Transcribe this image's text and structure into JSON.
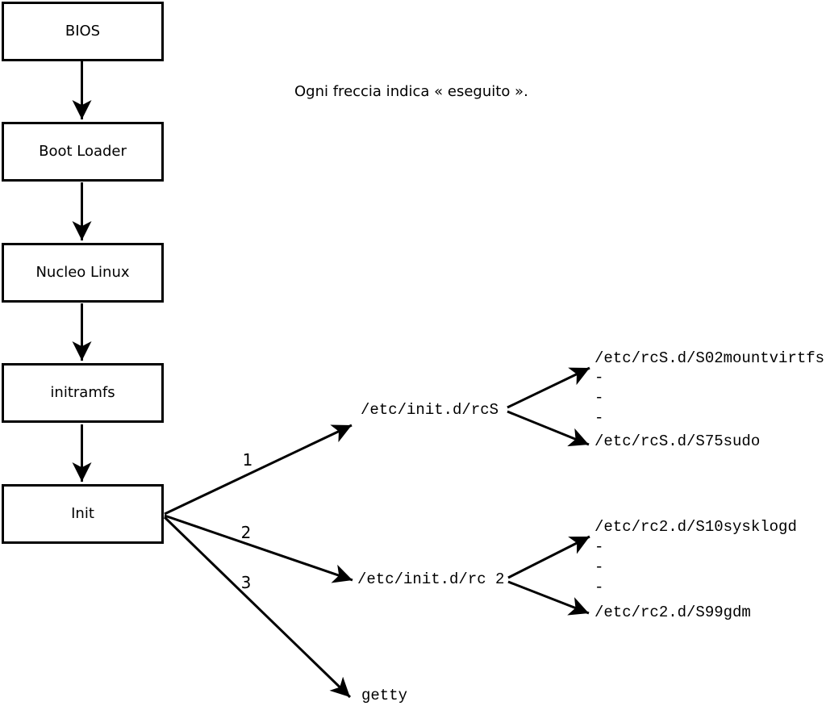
{
  "caption": "Ogni freccia indica « eseguito ».",
  "chain": {
    "nodes": [
      {
        "label": "BIOS"
      },
      {
        "label": "Boot Loader"
      },
      {
        "label": "Nucleo Linux"
      },
      {
        "label": "initramfs"
      },
      {
        "label": "Init"
      }
    ]
  },
  "branches": {
    "b1": {
      "number": "1",
      "target": "/etc/init.d/rcS",
      "first": "/etc/rcS.d/S02mountvirtfs",
      "dots": [
        "-",
        "-",
        "-"
      ],
      "last": "/etc/rcS.d/S75sudo"
    },
    "b2": {
      "number": "2",
      "target": "/etc/init.d/rc 2",
      "first": "/etc/rc2.d/S10sysklogd",
      "dots": [
        "-",
        "-",
        "-"
      ],
      "last": "/etc/rc2.d/S99gdm"
    },
    "b3": {
      "number": "3",
      "target": "getty"
    }
  },
  "colors": {
    "line": "#000000",
    "background": "#ffffff",
    "text": "#000000"
  }
}
